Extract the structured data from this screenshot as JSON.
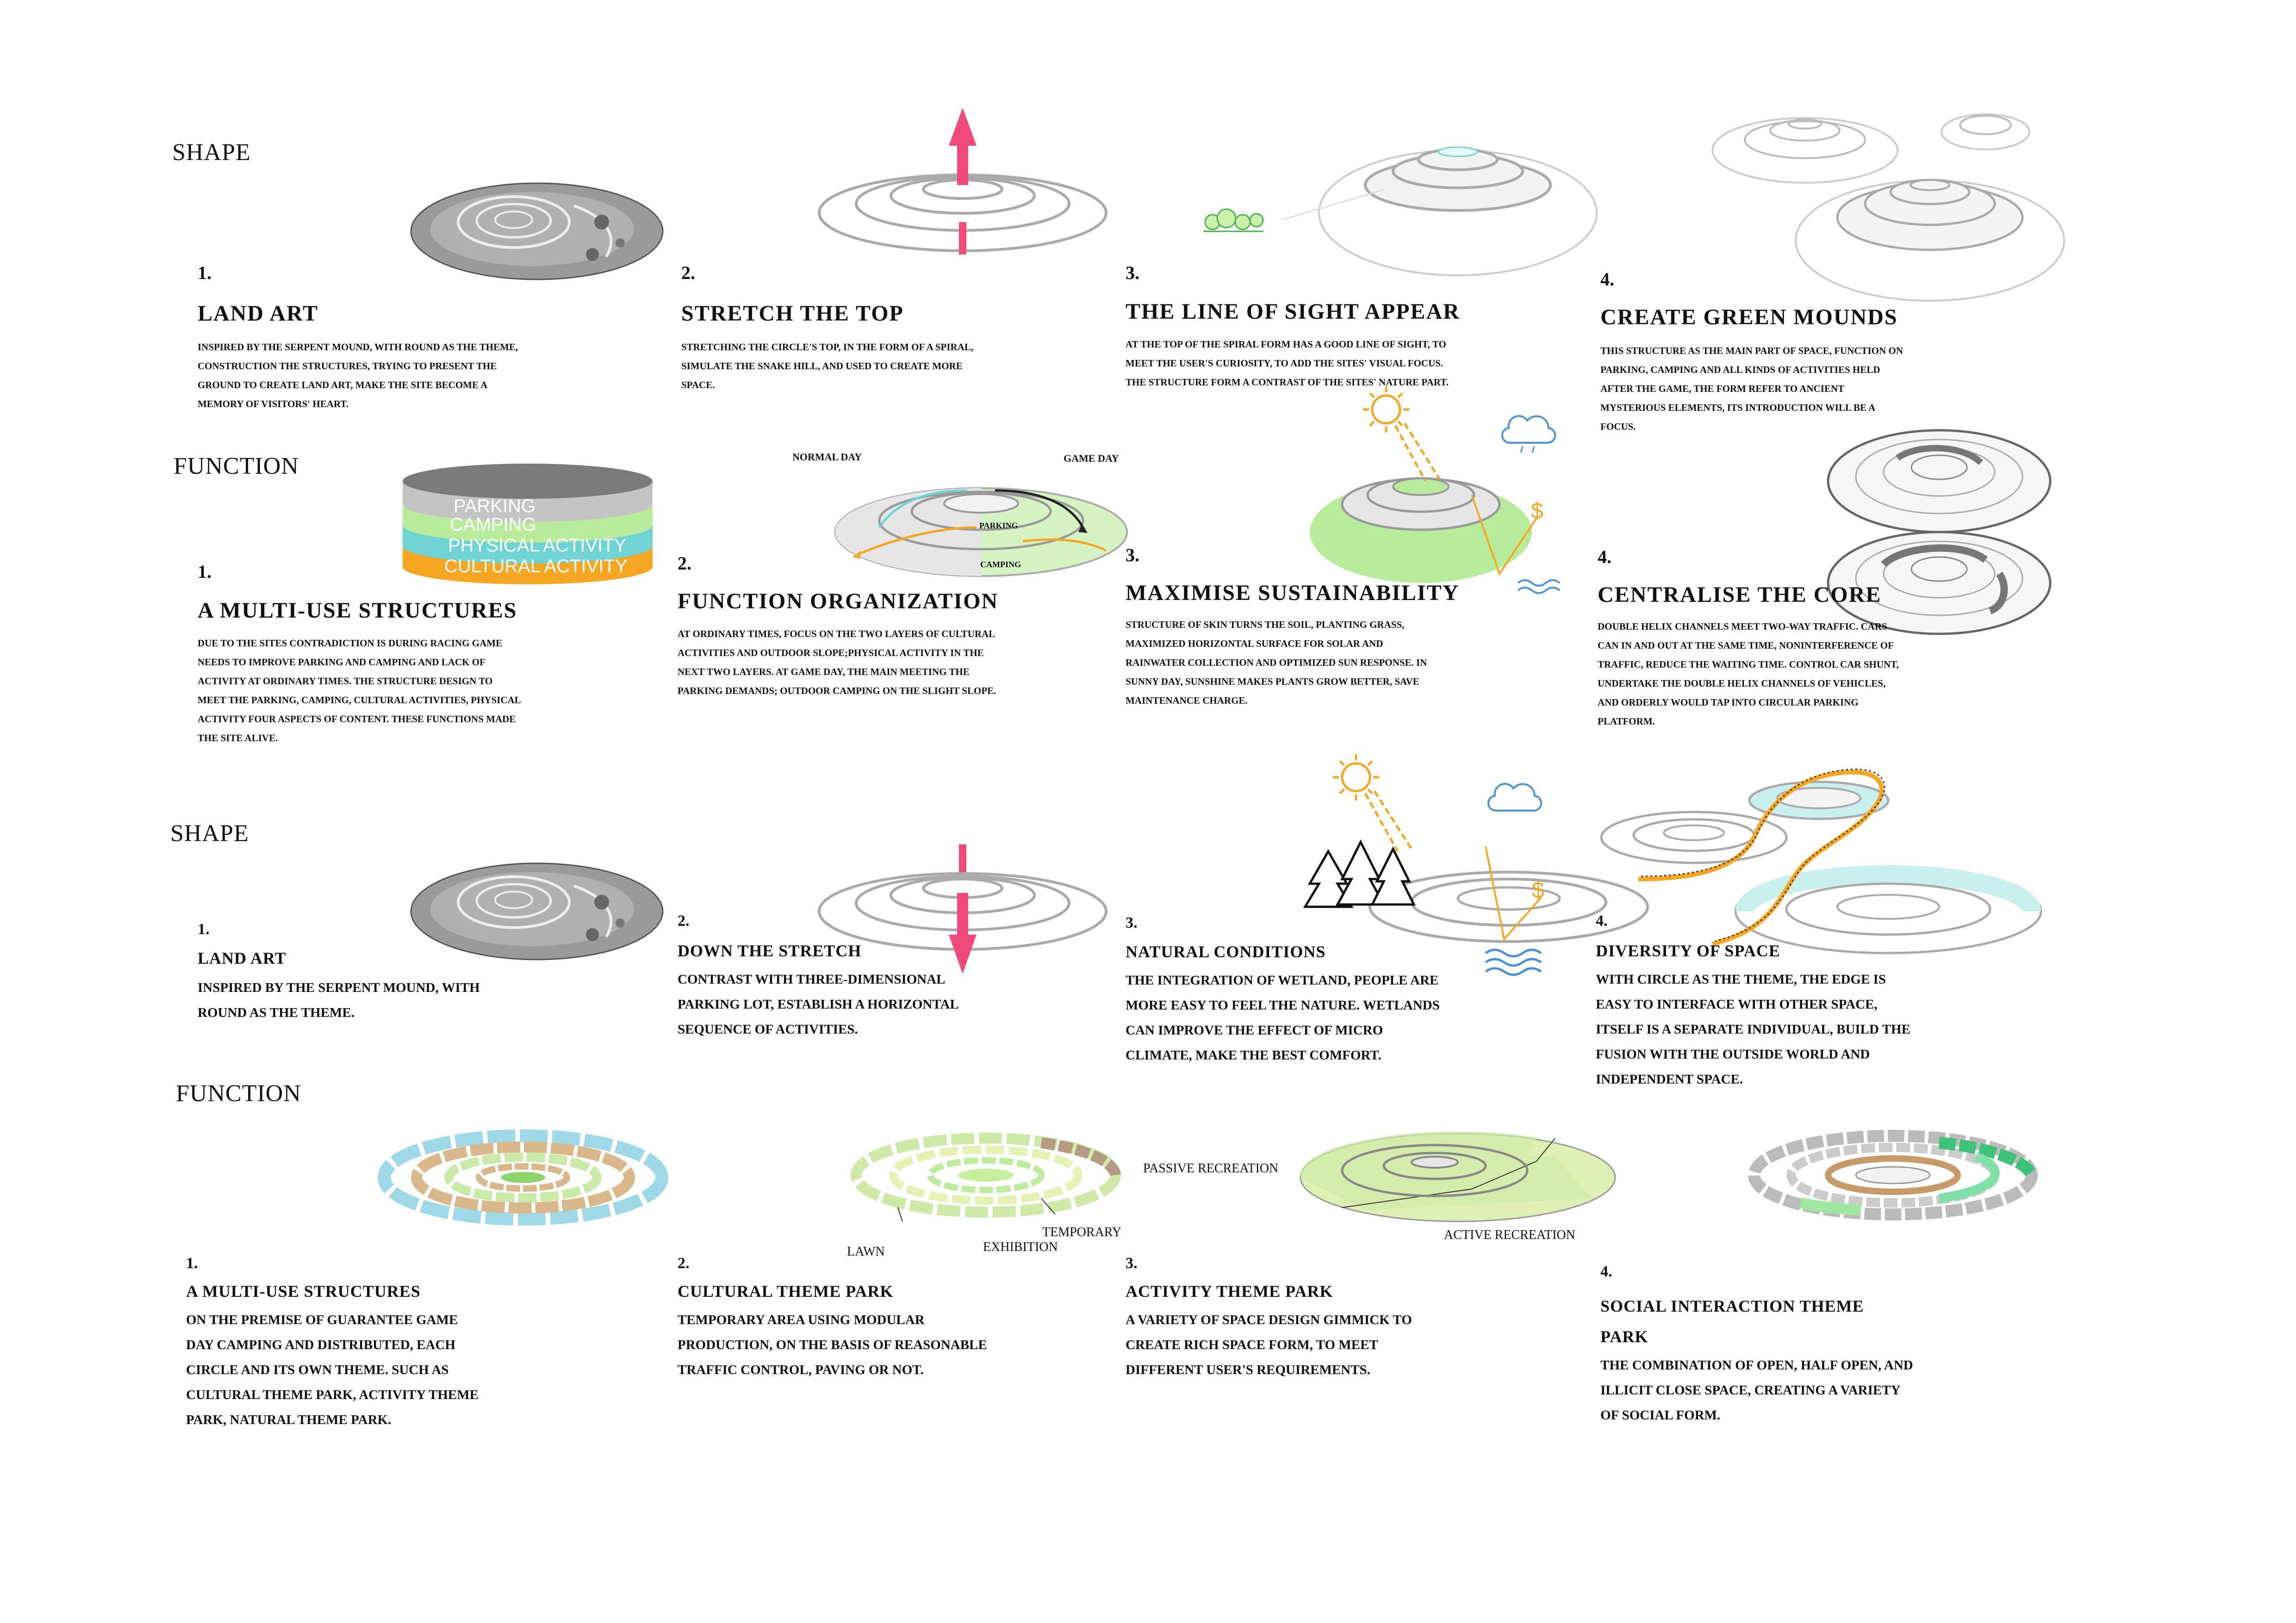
{
  "sections": {
    "shape_1": "SHAPE",
    "function_1": "FUNCTION",
    "shape_2": "SHAPE",
    "function_2": "FUNCTION"
  },
  "row1": [
    {
      "num": "1.",
      "title": "LAND ART",
      "text": "INSPIRED BY THE SERPENT MOUND, WITH ROUND AS THE THEME, CONSTRUCTION THE STRUCTURES, TRYING TO PRESENT THE GROUND TO CREATE LAND ART, MAKE THE SITE BECOME A MEMORY OF VISITORS' HEART."
    },
    {
      "num": "2.",
      "title": "STRETCH THE TOP",
      "text": "STRETCHING THE CIRCLE'S TOP, IN THE FORM OF A SPIRAL, SIMULATE THE SNAKE HILL, AND USED TO CREATE MORE SPACE."
    },
    {
      "num": "3.",
      "title": "THE LINE OF SIGHT APPEAR",
      "text": "AT THE TOP OF THE SPIRAL FORM HAS A GOOD LINE OF SIGHT, TO MEET THE USER'S CURIOSITY, TO ADD THE SITES' VISUAL FOCUS. THE STRUCTURE FORM A CONTRAST OF THE SITES' NATURE PART."
    },
    {
      "num": "4.",
      "title": "CREATE GREEN MOUNDS",
      "text": "THIS STRUCTURE AS THE MAIN PART OF SPACE, FUNCTION ON PARKING, CAMPING AND ALL KINDS OF ACTIVITIES HELD AFTER THE GAME, THE FORM REFER TO ANCIENT MYSTERIOUS ELEMENTS, ITS INTRODUCTION WILL BE A FOCUS."
    }
  ],
  "row2": [
    {
      "num": "1.",
      "title": "A MULTI-USE STRUCTURES",
      "text": "DUE TO THE SITES CONTRADICTION IS DURING RACING GAME NEEDS TO IMPROVE PARKING AND CAMPING AND LACK OF ACTIVITY AT ORDINARY TIMES. THE STRUCTURE DESIGN TO MEET THE PARKING, CAMPING, CULTURAL ACTIVITIES, PHYSICAL ACTIVITY FOUR ASPECTS OF CONTENT. THESE FUNCTIONS MADE THE SITE ALIVE."
    },
    {
      "num": "2.",
      "title": "FUNCTION ORGANIZATION",
      "text": "AT ORDINARY TIMES, FOCUS ON THE TWO LAYERS OF CULTURAL ACTIVITIES AND OUTDOOR SLOPE;PHYSICAL ACTIVITY IN THE NEXT TWO LAYERS. AT GAME DAY, THE MAIN MEETING THE PARKING DEMANDS; OUTDOOR CAMPING ON THE SLIGHT SLOPE."
    },
    {
      "num": "3.",
      "title": "MAXIMISE SUSTAINABILITY",
      "text": "STRUCTURE OF SKIN TURNS THE SOIL, PLANTING GRASS, MAXIMIZED HORIZONTAL SURFACE FOR SOLAR AND RAINWATER COLLECTION AND OPTIMIZED SUN RESPONSE. IN SUNNY DAY, SUNSHINE MAKES PLANTS GROW BETTER, SAVE MAINTENANCE CHARGE."
    },
    {
      "num": "4.",
      "title": "CENTRALISE THE CORE",
      "text": "DOUBLE HELIX CHANNELS MEET TWO-WAY TRAFFIC. CARS CAN IN AND OUT AT THE SAME TIME, NONINTERFERENCE OF TRAFFIC, REDUCE THE WAITING TIME. CONTROL CAR SHUNT, UNDERTAKE THE DOUBLE HELIX CHANNELS OF VEHICLES, AND ORDERLY WOULD TAP INTO CIRCULAR PARKING PLATFORM."
    }
  ],
  "row3": [
    {
      "num": "1.",
      "title": "LAND ART",
      "text": "INSPIRED BY THE SERPENT MOUND, WITH ROUND AS THE THEME."
    },
    {
      "num": "2.",
      "title": "DOWN THE STRETCH",
      "text": "CONTRAST WITH THREE-DIMENSIONAL PARKING LOT, ESTABLISH A HORIZONTAL SEQUENCE OF ACTIVITIES."
    },
    {
      "num": "3.",
      "title": "NATURAL CONDITIONS",
      "text": "THE INTEGRATION OF WETLAND, PEOPLE ARE MORE EASY TO FEEL THE NATURE. WETLANDS CAN IMPROVE THE EFFECT OF MICRO CLIMATE, MAKE THE BEST COMFORT."
    },
    {
      "num": "4.",
      "title": "DIVERSITY OF SPACE",
      "text": "WITH CIRCLE AS THE THEME, THE EDGE IS EASY TO INTERFACE WITH OTHER SPACE, ITSELF IS A SEPARATE INDIVIDUAL, BUILD THE FUSION WITH THE OUTSIDE WORLD AND INDEPENDENT SPACE."
    }
  ],
  "row4": [
    {
      "num": "1.",
      "title": "A MULTI-USE STRUCTURES",
      "text": "ON THE PREMISE OF GUARANTEE GAME DAY CAMPING AND DISTRIBUTED, EACH CIRCLE AND ITS OWN THEME. SUCH AS CULTURAL THEME PARK, ACTIVITY THEME PARK, NATURAL THEME PARK."
    },
    {
      "num": "2.",
      "title": "CULTURAL THEME PARK",
      "text": "TEMPORARY AREA USING MODULAR PRODUCTION, ON THE BASIS OF REASONABLE TRAFFIC CONTROL,   PAVING OR NOT."
    },
    {
      "num": "3.",
      "title": "ACTIVITY THEME PARK",
      "text": "A VARIETY OF SPACE DESIGN GIMMICK TO CREATE RICH SPACE FORM, TO MEET DIFFERENT USER'S REQUIREMENTS."
    },
    {
      "num": "4.",
      "title": "SOCIAL INTERACTION  THEME PARK",
      "text": "THE COMBINATION OF OPEN, HALF OPEN, AND ILLICIT CLOSE SPACE, CREATING A VARIETY OF SOCIAL FORM."
    }
  ],
  "labels": {
    "cylinder_layers": [
      "PARKING",
      "CAMPING",
      "PHYSICAL ACTIVITY",
      "CULTURAL ACTIVITY"
    ],
    "normal_day": "NORMAL DAY",
    "game_day": "GAME DAY",
    "parking": "PARKING",
    "camping": "CAMPING",
    "lawn": "LAWN",
    "exhibition": "EXHIBITION",
    "temporary": "TEMPORARY",
    "passive_recreation": "PASSIVE RECREATION",
    "active_recreation": "ACTIVE RECREATION"
  },
  "colors": {
    "pink_arrow": "#ef4a7a",
    "orange": "#f5a623",
    "teal": "#6fd3d3",
    "green": "#b8ec9c",
    "grey": "#8c8c8c"
  }
}
